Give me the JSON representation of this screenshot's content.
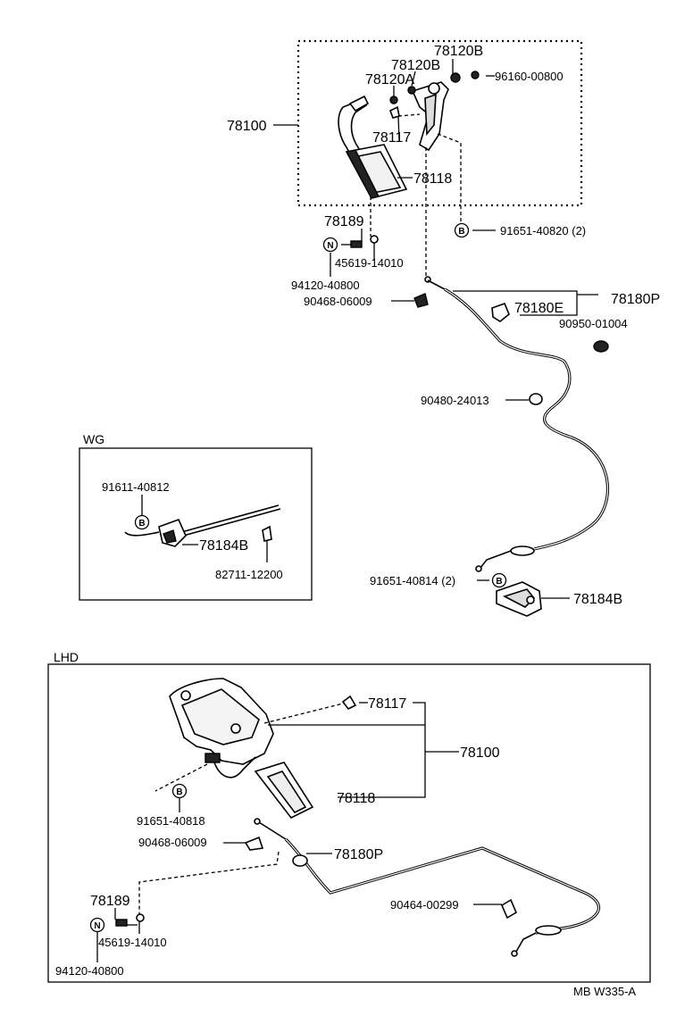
{
  "main": {
    "labels": {
      "p78100": "78100",
      "p78120b_1": "78120B",
      "p78120b_2": "78120B",
      "p78120a": "78120A",
      "p96160": "96160-00800",
      "p78117": "78117",
      "p78118": "78118",
      "p78189": "78189",
      "p91651_40820": "91651-40820 (2)",
      "p45619": "45619-14010",
      "p94120": "94120-40800",
      "p90468": "90468-06009",
      "p78180e": "78180E",
      "p78180p": "78180P",
      "p90950": "90950-01004",
      "p90480": "90480-24013",
      "p91651_40814": "91651-40814 (2)",
      "p78184b": "78184B"
    },
    "symbols": {
      "bolt": "B",
      "nut": "N"
    }
  },
  "wg": {
    "title": "WG",
    "labels": {
      "p91611": "91611-40812",
      "p78184b": "78184B",
      "p82711": "82711-12200"
    }
  },
  "lhd": {
    "title": "LHD",
    "labels": {
      "p78117": "78117",
      "p78100": "78100",
      "p91651_40818": "91651-40818",
      "p78118": "78118",
      "p90468": "90468-06009",
      "p78180p": "78180P",
      "p78189": "78189",
      "p90464": "90464-00299",
      "p45619": "45619-14010",
      "p94120": "94120-40800"
    }
  },
  "footer": {
    "code": "MB W335-A"
  }
}
